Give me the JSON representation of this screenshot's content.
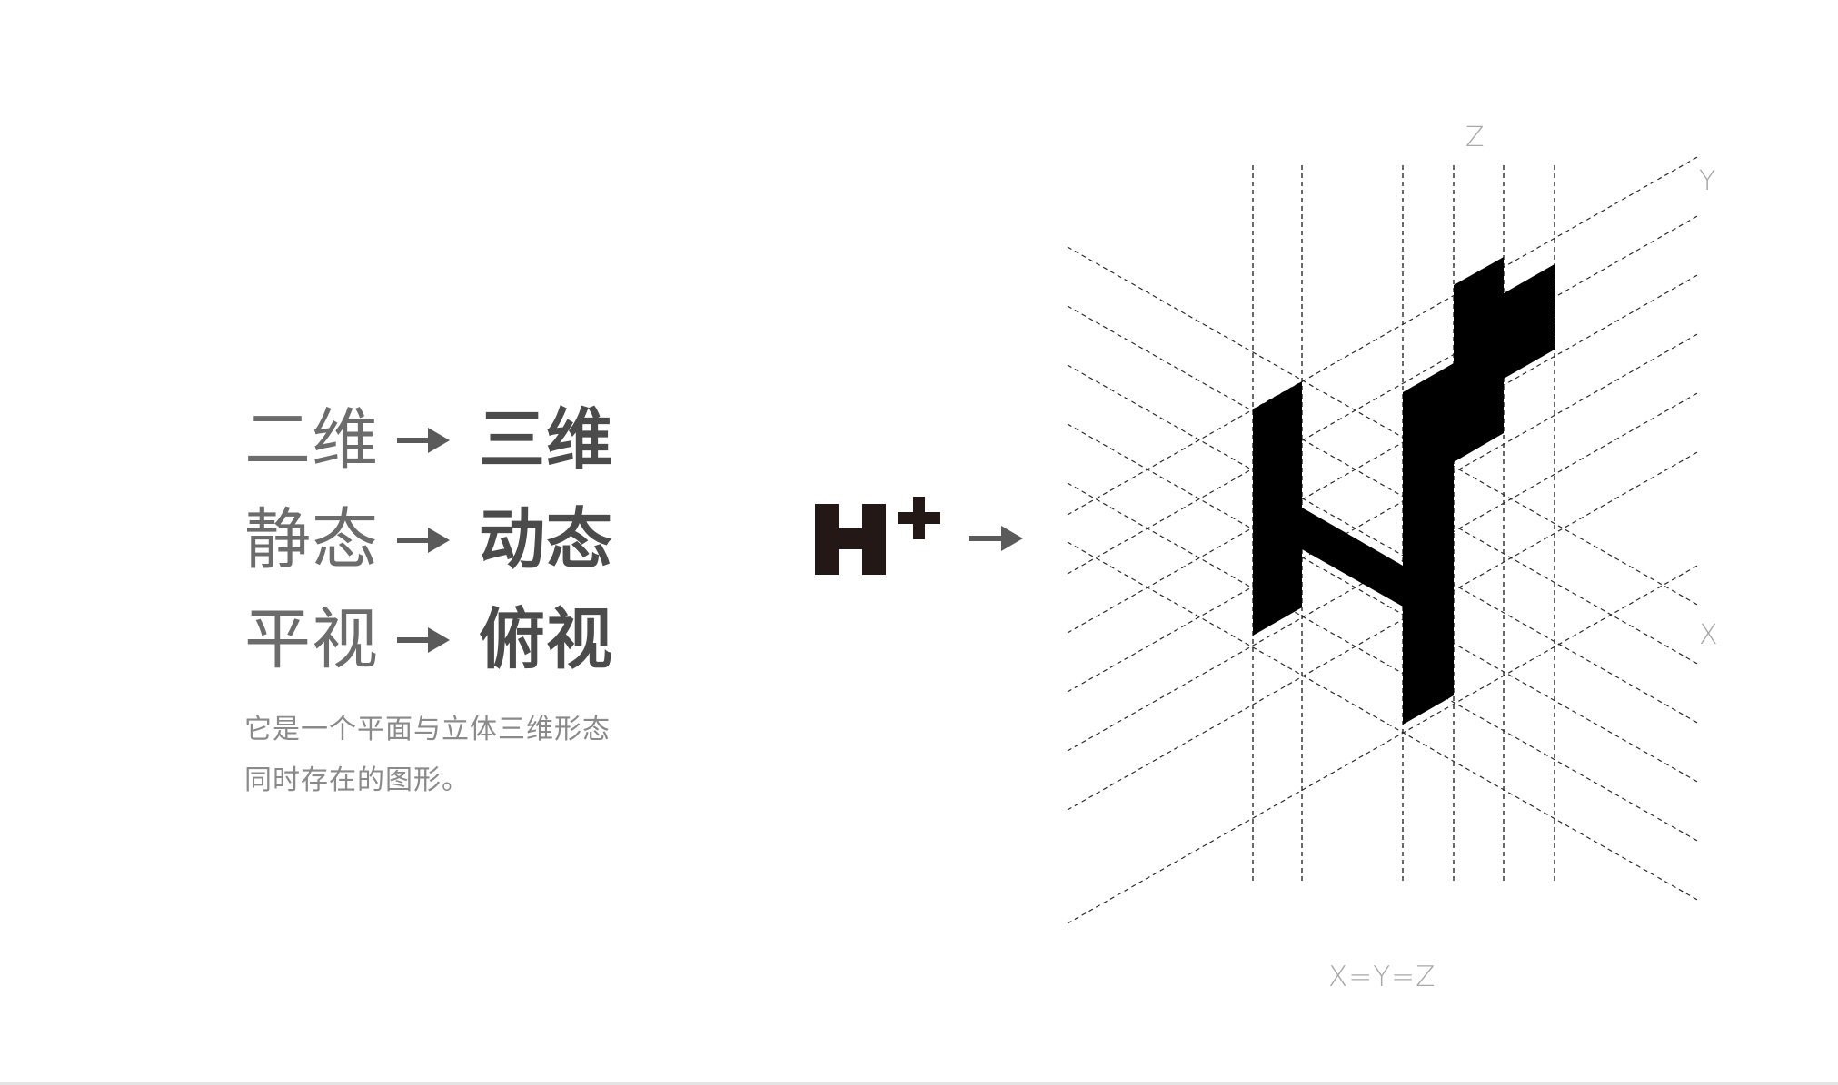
{
  "transforms": [
    {
      "from": "二维",
      "to": "三维"
    },
    {
      "from": "静态",
      "to": "动态"
    },
    {
      "from": "平视",
      "to": "俯视"
    }
  ],
  "description": {
    "line1": "它是一个平面与立体三维形态",
    "line2": "同时存在的图形。"
  },
  "axes": {
    "z": "Z",
    "y": "Y",
    "x": "X"
  },
  "equation": "X=Y=Z",
  "colors": {
    "text_dark": "#4b4b4b",
    "text_light": "#6c6c6c",
    "muted": "#a8a8a8",
    "logo": "#231815",
    "line": "#2a2a2a"
  },
  "icons": [
    "right-arrow-icon",
    "h-plus-logo-icon",
    "isometric-h-plus-logo-icon"
  ]
}
